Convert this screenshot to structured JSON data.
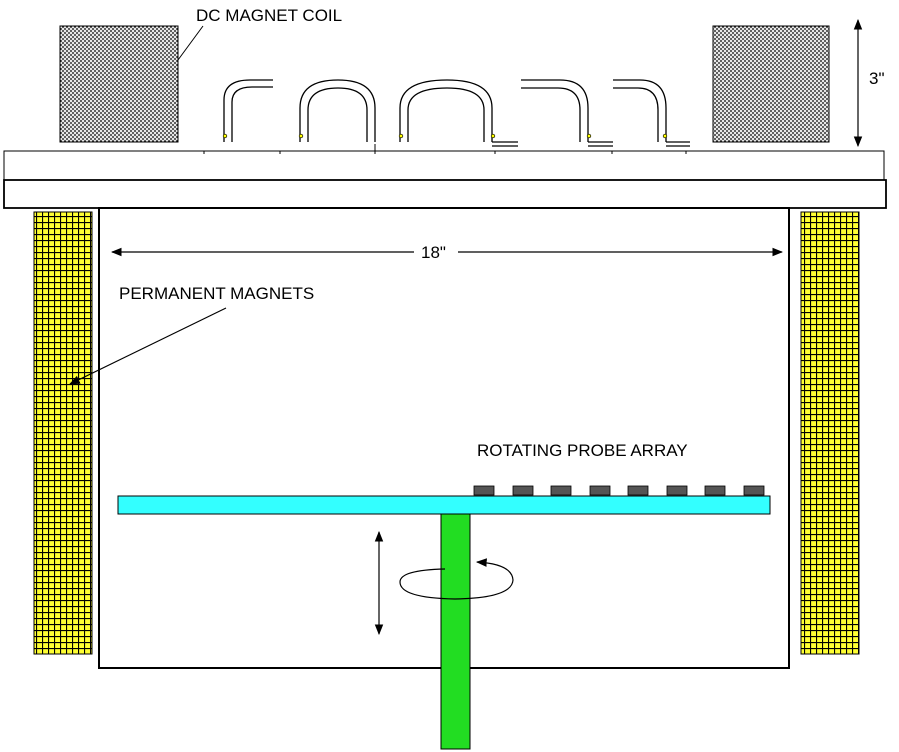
{
  "labels": {
    "dc_magnet_coil": "DC MAGNET COIL",
    "height_dimension": "3\"",
    "width_dimension": "18\"",
    "permanent_magnets": "PERMANENT MAGNETS",
    "rotating_probe_array": "ROTATING PROBE ARRAY"
  },
  "colors": {
    "coil_fill": "#c8c8c8",
    "permanent_magnet_fill": "#ffff33",
    "platform_fill": "#33ffff",
    "shaft_fill": "#22dd22",
    "probe_fill": "#555555",
    "outline": "#000000"
  }
}
